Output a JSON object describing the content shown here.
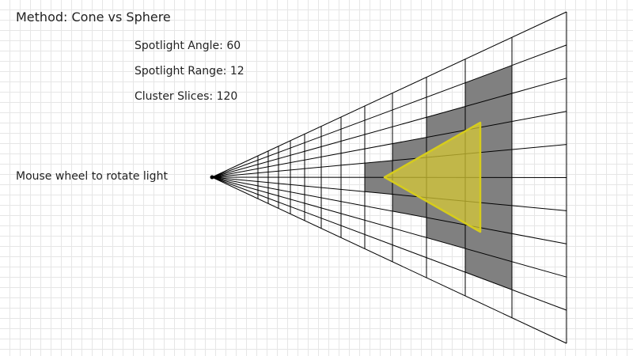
{
  "method": {
    "label": "Method: Cone vs Sphere"
  },
  "params": [
    {
      "label": "Spotlight Angle: 60"
    },
    {
      "label": "Spotlight Range: 12"
    },
    {
      "label": "Cluster Slices: 120"
    }
  ],
  "hint": "Mouse wheel to rotate light",
  "colors": {
    "grid_lines": "#000000",
    "highlighted_cluster": "#808080",
    "spotlight_fill": "#d9cc33",
    "spotlight_stroke": "#d6cc1c",
    "background_grid": "#e6e6e6"
  }
}
